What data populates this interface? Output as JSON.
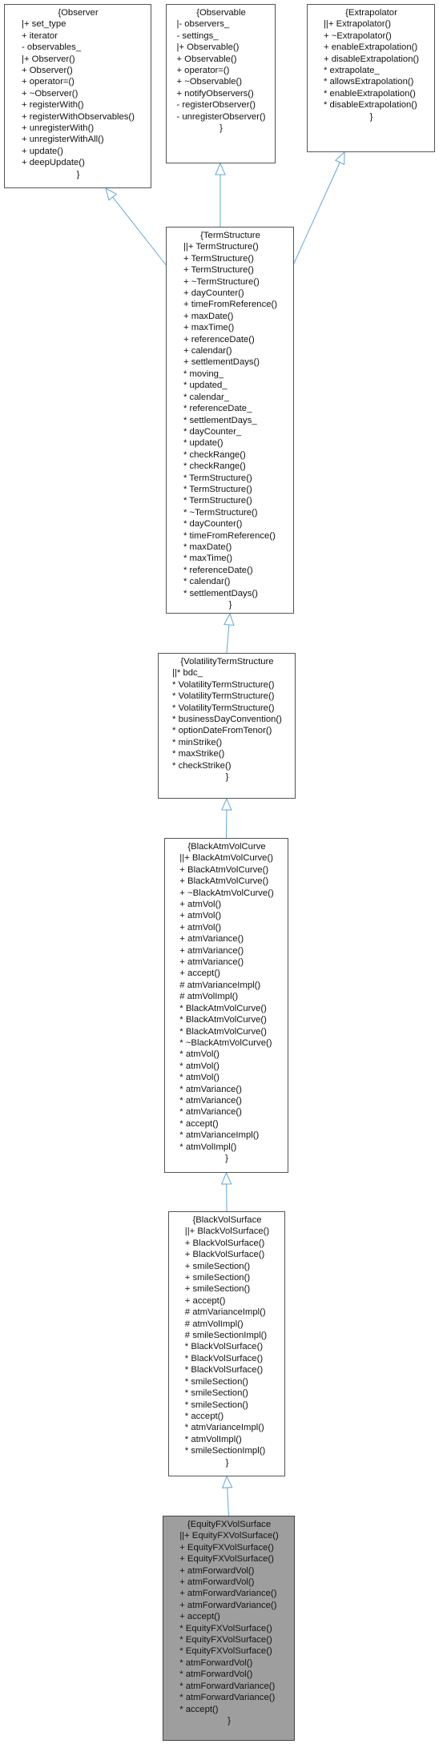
{
  "colors": {
    "edge": "#63a7d8",
    "box_border": "#555555",
    "highlight_fill": "#9e9e9e"
  },
  "classes": [
    {
      "id": "Observer",
      "title": "{Observer",
      "members": [
        "|+ set_type",
        "+ iterator",
        "- observables_",
        "|+ Observer()",
        "+ Observer()",
        "+ operator=()",
        "+ ~Observer()",
        "+ registerWith()",
        "+ registerWithObservables()",
        "+ unregisterWith()",
        "+ unregisterWithAll()",
        "+ update()",
        "+ deepUpdate()"
      ],
      "closing": "}"
    },
    {
      "id": "Observable",
      "title": "{Observable",
      "members": [
        "|- observers_",
        "- settings_",
        "|+ Observable()",
        "+ Observable()",
        "+ operator=()",
        "+ ~Observable()",
        "+ notifyObservers()",
        "- registerObserver()",
        "- unregisterObserver()"
      ],
      "closing": "}"
    },
    {
      "id": "Extrapolator",
      "title": "{Extrapolator",
      "members": [
        "||+ Extrapolator()",
        "+ ~Extrapolator()",
        "+ enableExtrapolation()",
        "+ disableExtrapolation()",
        "* extrapolate_",
        "* allowsExtrapolation()",
        "* enableExtrapolation()",
        "* disableExtrapolation()"
      ],
      "closing": "}"
    },
    {
      "id": "TermStructure",
      "title": "{TermStructure",
      "members": [
        "||+ TermStructure()",
        "+ TermStructure()",
        "+ TermStructure()",
        "+ ~TermStructure()",
        "+ dayCounter()",
        "+ timeFromReference()",
        "+ maxDate()",
        "+ maxTime()",
        "+ referenceDate()",
        "+ calendar()",
        "+ settlementDays()",
        "* moving_",
        "* updated_",
        "* calendar_",
        "* referenceDate_",
        "* settlementDays_",
        "* dayCounter_",
        "* update()",
        "* checkRange()",
        "* checkRange()",
        "* TermStructure()",
        "* TermStructure()",
        "* TermStructure()",
        "* ~TermStructure()",
        "* dayCounter()",
        "* timeFromReference()",
        "* maxDate()",
        "* maxTime()",
        "* referenceDate()",
        "* calendar()",
        "* settlementDays()"
      ],
      "closing": "}"
    },
    {
      "id": "VolatilityTermStructure",
      "title": "{VolatilityTermStructure",
      "members": [
        "||* bdc_",
        "* VolatilityTermStructure()",
        "* VolatilityTermStructure()",
        "* VolatilityTermStructure()",
        "* businessDayConvention()",
        "* optionDateFromTenor()",
        "* minStrike()",
        "* maxStrike()",
        "* checkStrike()"
      ],
      "closing": "}"
    },
    {
      "id": "BlackAtmVolCurve",
      "title": "{BlackAtmVolCurve",
      "members": [
        "||+ BlackAtmVolCurve()",
        "+ BlackAtmVolCurve()",
        "+ BlackAtmVolCurve()",
        "+ ~BlackAtmVolCurve()",
        "+ atmVol()",
        "+ atmVol()",
        "+ atmVol()",
        "+ atmVariance()",
        "+ atmVariance()",
        "+ atmVariance()",
        "+ accept()",
        "# atmVarianceImpl()",
        "# atmVolImpl()",
        "* BlackAtmVolCurve()",
        "* BlackAtmVolCurve()",
        "* BlackAtmVolCurve()",
        "* ~BlackAtmVolCurve()",
        "* atmVol()",
        "* atmVol()",
        "* atmVol()",
        "* atmVariance()",
        "* atmVariance()",
        "* atmVariance()",
        "* accept()",
        "* atmVarianceImpl()",
        "* atmVolImpl()"
      ],
      "closing": "}"
    },
    {
      "id": "BlackVolSurface",
      "title": "{BlackVolSurface",
      "members": [
        "||+ BlackVolSurface()",
        "+ BlackVolSurface()",
        "+ BlackVolSurface()",
        "+ smileSection()",
        "+ smileSection()",
        "+ smileSection()",
        "+ accept()",
        "# atmVarianceImpl()",
        "# atmVolImpl()",
        "# smileSectionImpl()",
        "* BlackVolSurface()",
        "* BlackVolSurface()",
        "* BlackVolSurface()",
        "* smileSection()",
        "* smileSection()",
        "* smileSection()",
        "* accept()",
        "* atmVarianceImpl()",
        "* atmVolImpl()",
        "* smileSectionImpl()"
      ],
      "closing": "}"
    },
    {
      "id": "EquityFXVolSurface",
      "title": "{EquityFXVolSurface",
      "members": [
        "||+ EquityFXVolSurface()",
        "+ EquityFXVolSurface()",
        "+ EquityFXVolSurface()",
        "+ atmForwardVol()",
        "+ atmForwardVol()",
        "+ atmForwardVariance()",
        "+ atmForwardVariance()",
        "+ accept()",
        "* EquityFXVolSurface()",
        "* EquityFXVolSurface()",
        "* EquityFXVolSurface()",
        "* atmForwardVol()",
        "* atmForwardVol()",
        "* atmForwardVariance()",
        "* atmForwardVariance()",
        "* accept()"
      ],
      "closing": "}",
      "highlight": true
    }
  ],
  "edges": [
    {
      "from": "TermStructure",
      "to": "Observer"
    },
    {
      "from": "TermStructure",
      "to": "Observable"
    },
    {
      "from": "TermStructure",
      "to": "Extrapolator"
    },
    {
      "from": "VolatilityTermStructure",
      "to": "TermStructure"
    },
    {
      "from": "BlackAtmVolCurve",
      "to": "VolatilityTermStructure"
    },
    {
      "from": "BlackVolSurface",
      "to": "BlackAtmVolCurve"
    },
    {
      "from": "EquityFXVolSurface",
      "to": "BlackVolSurface"
    }
  ]
}
